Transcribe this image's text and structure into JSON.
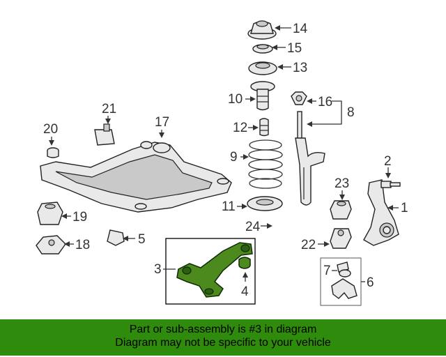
{
  "callouts": [
    "1",
    "2",
    "3",
    "4",
    "5",
    "6",
    "7",
    "8",
    "10",
    "11",
    "12",
    "13",
    "14",
    "15",
    "16",
    "17",
    "18",
    "19",
    "20",
    "21",
    "22",
    "23",
    "24",
    "9"
  ],
  "banner": {
    "line1": "Part or sub-assembly is #3 in diagram",
    "line2": "Diagram may not be specific to your vehicle"
  },
  "colors": {
    "highlight": "#4c8a1e",
    "banner": "#2e8b0c"
  }
}
